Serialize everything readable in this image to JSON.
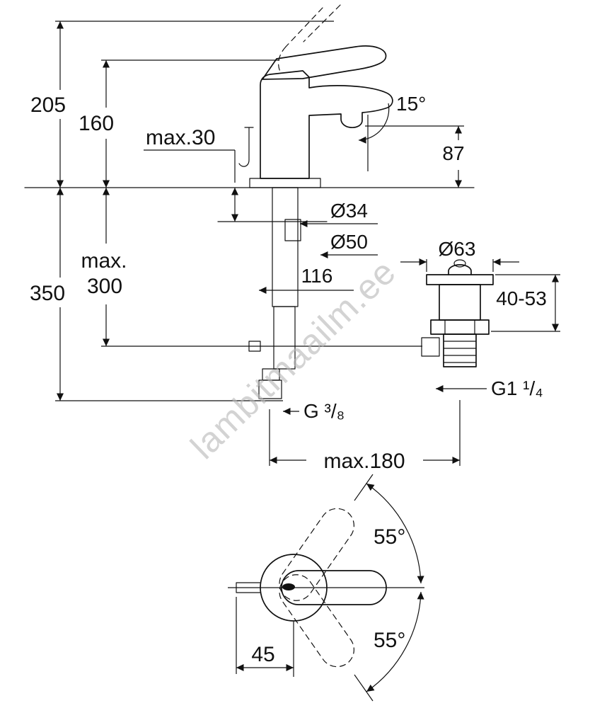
{
  "watermark": {
    "text": "lambitmaailm.ee"
  },
  "side": {
    "total_height": "205",
    "body_height": "160",
    "deck_thickness": "max.30",
    "spout_angle": "15°",
    "spout_height": "87",
    "shank_diameter": "Ø34",
    "base_diameter": "Ø50",
    "hose_length_word": "max.",
    "hose_length_value": "300",
    "install_depth": "350",
    "rod_dim": "116",
    "waste_flange_diameter": "Ø63",
    "waste_clamp_range": "40-53",
    "waste_thread": "G1 ¹/₄",
    "supply_thread": "G ³/₈",
    "max_reach": "max.180"
  },
  "top": {
    "swivel_up": "55°",
    "swivel_down": "55°",
    "spout_offset": "45"
  }
}
